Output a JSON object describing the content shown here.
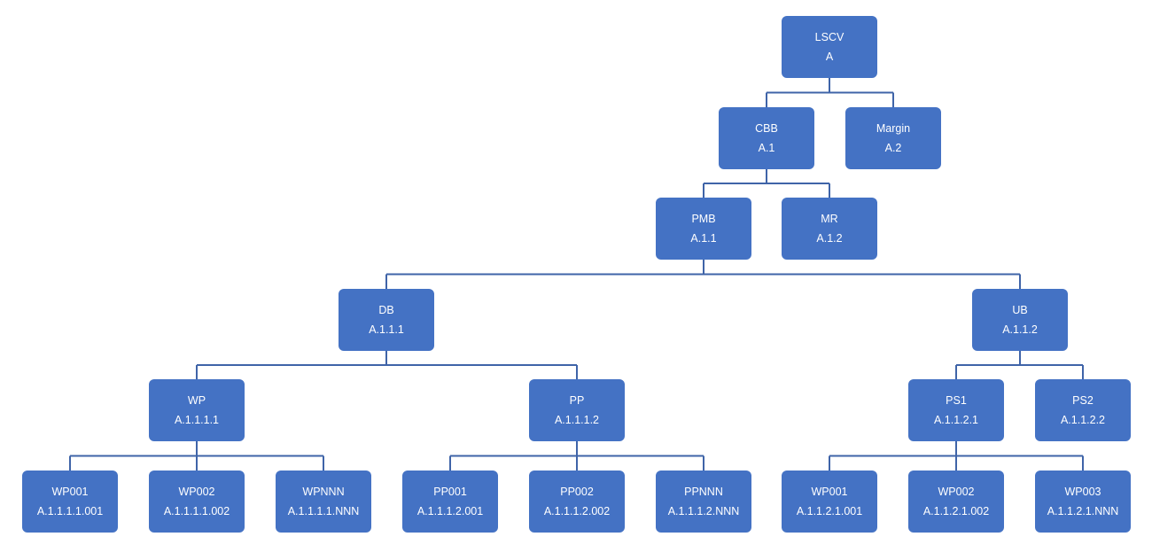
{
  "diagram": {
    "type": "hierarchy",
    "node_color": "#4472c4",
    "connector_color": "#3f64a8",
    "text_color": "#ffffff",
    "nodes": {
      "lscv": {
        "label": "LSCV",
        "code": "A"
      },
      "cbb": {
        "label": "CBB",
        "code": "A.1"
      },
      "margin": {
        "label": "Margin",
        "code": "A.2"
      },
      "pmb": {
        "label": "PMB",
        "code": "A.1.1"
      },
      "mr": {
        "label": "MR",
        "code": "A.1.2"
      },
      "db": {
        "label": "DB",
        "code": "A.1.1.1"
      },
      "ub": {
        "label": "UB",
        "code": "A.1.1.2"
      },
      "wp": {
        "label": "WP",
        "code": "A.1.1.1.1"
      },
      "pp": {
        "label": "PP",
        "code": "A.1.1.1.2"
      },
      "ps1": {
        "label": "PS1",
        "code": "A.1.1.2.1"
      },
      "ps2": {
        "label": "PS2",
        "code": "A.1.1.2.2"
      },
      "wp001": {
        "label": "WP001",
        "code": "A.1.1.1.1.001"
      },
      "wp002": {
        "label": "WP002",
        "code": "A.1.1.1.1.002"
      },
      "wpnnn": {
        "label": "WPNNN",
        "code": "A.1.1.1.1.NNN"
      },
      "pp001": {
        "label": "PP001",
        "code": "A.1.1.1.2.001"
      },
      "pp002": {
        "label": "PP002",
        "code": "A.1.1.1.2.002"
      },
      "ppnnn": {
        "label": "PPNNN",
        "code": "A.1.1.1.2.NNN"
      },
      "ps1_wp001": {
        "label": "WP001",
        "code": "A.1.1.2.1.001"
      },
      "ps1_wp002": {
        "label": "WP002",
        "code": "A.1.1.2.1.002"
      },
      "ps1_wp003": {
        "label": "WP003",
        "code": "A.1.1.2.1.NNN"
      }
    },
    "edges": [
      {
        "parent": "lscv",
        "children": [
          "cbb",
          "margin"
        ]
      },
      {
        "parent": "cbb",
        "children": [
          "pmb",
          "mr"
        ]
      },
      {
        "parent": "pmb",
        "children": [
          "db",
          "ub"
        ]
      },
      {
        "parent": "db",
        "children": [
          "wp",
          "pp"
        ]
      },
      {
        "parent": "ub",
        "children": [
          "ps1",
          "ps2"
        ]
      },
      {
        "parent": "wp",
        "children": [
          "wp001",
          "wp002",
          "wpnnn"
        ]
      },
      {
        "parent": "pp",
        "children": [
          "pp001",
          "pp002",
          "ppnnn"
        ]
      },
      {
        "parent": "ps1",
        "children": [
          "ps1_wp001",
          "ps1_wp002",
          "ps1_wp003"
        ]
      }
    ]
  }
}
